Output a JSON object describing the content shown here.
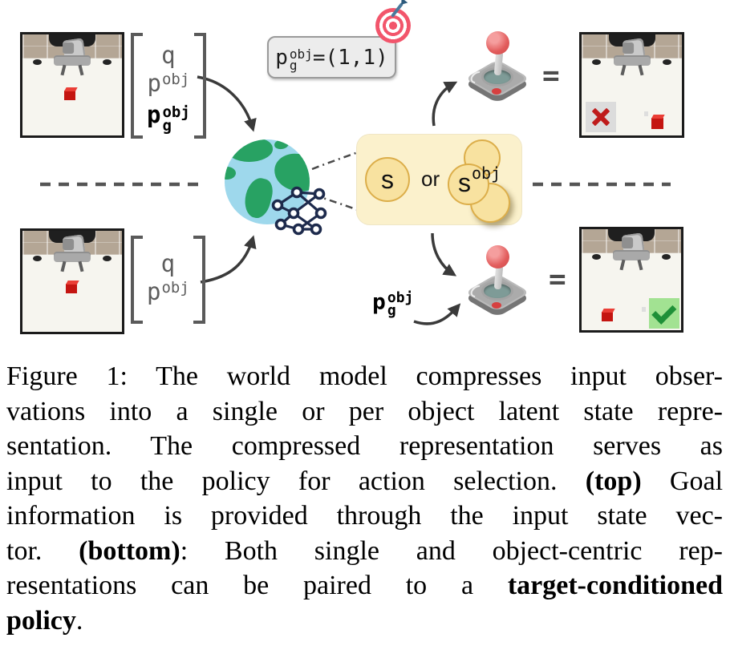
{
  "figure": {
    "caption_lines": [
      [
        {
          "t": "Figure 1: The world model compresses input obser-",
          "b": false
        }
      ],
      [
        {
          "t": "vations into a single or per object latent state repre-",
          "b": false
        }
      ],
      [
        {
          "t": "sentation. The compressed representation serves as",
          "b": false
        }
      ],
      [
        {
          "t": "input to the policy for action selection. ",
          "b": false
        },
        {
          "t": "(top)",
          "b": true
        },
        {
          "t": " Goal",
          "b": false
        }
      ],
      [
        {
          "t": "information is provided through the input state vec-",
          "b": false
        }
      ],
      [
        {
          "t": "tor. ",
          "b": false
        },
        {
          "t": "(bottom)",
          "b": true
        },
        {
          "t": ": Both single and object-centric rep-",
          "b": false
        }
      ],
      [
        {
          "t": "resentations can be paired to a ",
          "b": false
        },
        {
          "t": "target-conditioned",
          "b": true
        }
      ],
      [
        {
          "t": "policy",
          "b": true
        },
        {
          "t": ".",
          "b": false
        }
      ]
    ]
  },
  "diagram": {
    "state_vector_top": {
      "rows": [
        {
          "base": "q",
          "sup": "",
          "sub": ""
        },
        {
          "base": "p",
          "sup": "obj",
          "sub": ""
        },
        {
          "base": "p",
          "sup": "obj",
          "sub": "g"
        }
      ]
    },
    "state_vector_bottom": {
      "rows": [
        {
          "base": "q",
          "sup": "",
          "sub": ""
        },
        {
          "base": "p",
          "sup": "obj",
          "sub": ""
        }
      ]
    },
    "goal_box": {
      "base": "p",
      "sup": "obj",
      "sub": "g",
      "rhs": "=(1,1)"
    },
    "latent_box": {
      "single": "s",
      "or": "or",
      "object_base": "s",
      "object_sup": "obj"
    },
    "goal_input": {
      "base": "p",
      "sup": "obj",
      "sub": "g"
    },
    "equals_top": "=",
    "equals_bottom": "=",
    "marks": {
      "fail": "✕",
      "success": "✓"
    },
    "icons": {
      "target": "dartboard-target-icon",
      "globe": "earth-globe-icon",
      "neural_network": "neural-network-icon",
      "joystick_top": "joystick-icon",
      "joystick_bottom": "joystick-icon",
      "fail": "x-mark-icon",
      "success": "check-mark-icon"
    }
  },
  "colors": {
    "cube_red": "#c41511",
    "globe_ocean": "#9ed8ec",
    "globe_land": "#28a263",
    "latent_box_bg": "#fbf1cc",
    "latent_circle_fill": "#f8e2a0",
    "latent_circle_border": "#dcae4a",
    "goal_box_bg": "#ececec",
    "fail_red": "#bf1b1b",
    "success_green": "#1f9038",
    "success_bg": "#a2e292",
    "joystick_ball_red": "#e25c5c",
    "arrow_dark": "#3a3a3a"
  }
}
